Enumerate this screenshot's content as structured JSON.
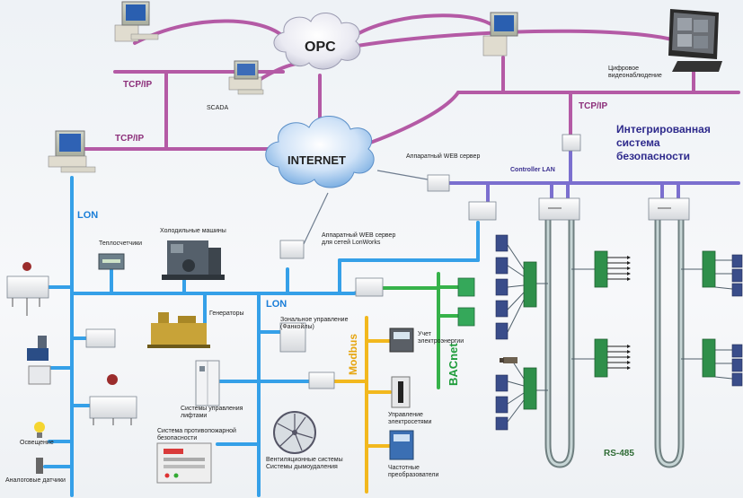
{
  "clouds": {
    "opc": "OPC",
    "internet": "INTERNET"
  },
  "protocols": {
    "tcpip_top": "TCP/IP",
    "tcpip_mid": "TCP/IP",
    "tcpip_right": "TCP/IP",
    "controller_lan": "Controller LAN",
    "lon_main": "LON",
    "lon_mid": "LON",
    "modbus": "Modbus",
    "bacnet": "BACnet",
    "rs485": "RS-485"
  },
  "title": "Интегрированная\nсистема\nбезопасности",
  "labels": {
    "scada": "SCADA",
    "video": "Цифровое\nвидеонаблюдение",
    "web_server": "Аппаратный WEB сервер",
    "web_server_lon": "Аппаратный WEB сервер\nдля сетей LonWorks",
    "heat_meters": "Теплосчетчики",
    "chillers": "Холодильные машины",
    "generators": "Генераторы",
    "zone_control": "Зональное управление\n(Фанкойлы)",
    "energy": "Учет\nэлектроэнергии",
    "power": "Управление\nэлектросетями",
    "freq": "Частотные\nпреобразователи",
    "elevators": "Системы управления\nлифтами",
    "fire": "Система противопожарной\nбезопасности",
    "ventilation": "Вентиляционные системы\nСистемы дымоудаления",
    "lighting": "Освещение",
    "analog": "Аналоговые датчики"
  },
  "colors": {
    "tcpip_line": "#b45aa5",
    "lon_line": "#35a0e8",
    "controller_lan_line": "#7b6fcf",
    "modbus_line": "#f2b81e",
    "bacnet_line": "#36b24a",
    "rs485_loop": "#7a8a8a"
  }
}
